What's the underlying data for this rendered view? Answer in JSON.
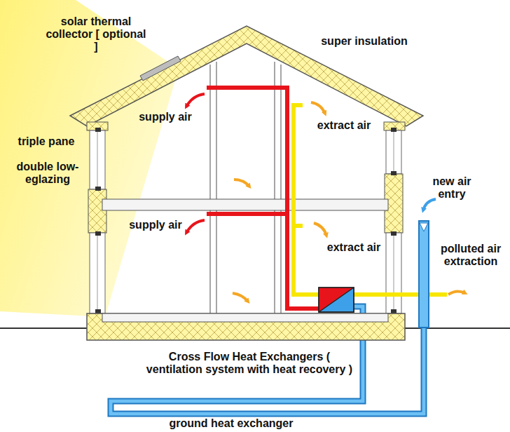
{
  "diagram": {
    "labels": [
      "solar thermal collector [ optional ]",
      "super insulation",
      "supply air",
      "extract air",
      "triple pane",
      "double low-eglazing",
      "new air entry",
      "supply air",
      "extract air",
      "polluted air extraction",
      "Cross Flow Heat Exchangers ( ventilation system with heat recovery )",
      "ground heat exchanger"
    ]
  }
}
